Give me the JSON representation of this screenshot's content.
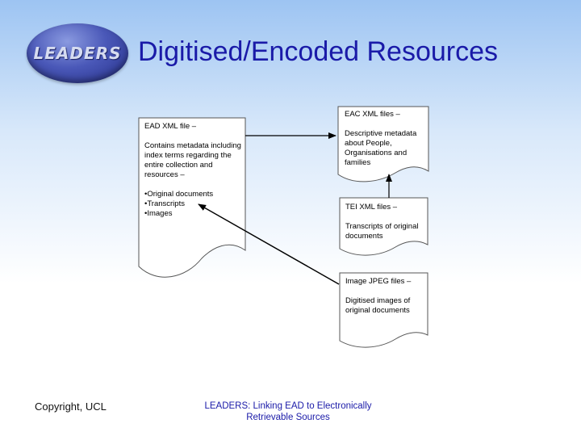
{
  "logo": {
    "text": "LEADERS"
  },
  "title": "Digitised/Encoded Resources",
  "documents": {
    "ead": {
      "heading": "EAD XML file –",
      "description": "Contains metadata including index terms regarding the entire collection and resources –",
      "items": [
        "•Original documents",
        "•Transcripts",
        "•Images"
      ]
    },
    "eac": {
      "heading": "EAC XML files –",
      "description": "Descriptive metadata about People, Organisations and families"
    },
    "tei": {
      "heading": "TEI XML files –",
      "description": "Transcripts of original documents"
    },
    "image": {
      "heading": "Image JPEG files –",
      "description": "Digitised images of original documents"
    }
  },
  "footer": {
    "copyright": "Copyright, UCL",
    "caption": "LEADERS: Linking EAD to Electronically Retrievable Sources"
  }
}
